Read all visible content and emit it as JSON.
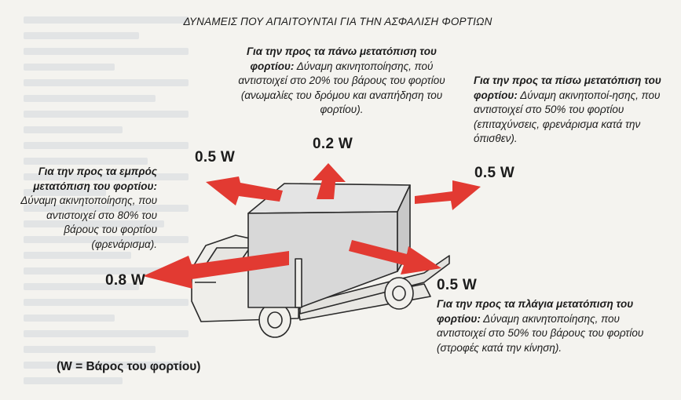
{
  "title": "ΔΥΝΑΜΕΙΣ ΠΟΥ ΑΠΑΙΤΟΥΝΤΑΙ ΓΙΑ ΤΗΝ ΑΣΦΑΛΙΣΗ ΦΟΡΤΙΩΝ",
  "colors": {
    "arrow": "#e23a32",
    "line": "#2a2a2a",
    "cargo": "#d8d8d8",
    "background": "#f4f3ef"
  },
  "up": {
    "heading": "Για την προς τα πάνω μετατόπιση του φορτίου:",
    "text": "Δύναμη ακινητοποίησης, πού αντιστοιχεί στο 20% του βάρους του φορτίου (ανωμαλίες του δρόμου και αναπήδηση του φορτίου).",
    "force": "0.2 W",
    "percent": 20
  },
  "back": {
    "heading": "Για την προς τα πίσω μετατόπιση του φορτίου:",
    "text": "Δύναμη ακινητοποί-ησης, που αντιστοιχεί στο 50% του φορτίου (επιταχύνσεις, φρενάρισμα κατά την όπισθεν).",
    "force": "0.5 W",
    "percent": 50
  },
  "front": {
    "heading": "Για την προς τα εμπρός μετατόπιση του φορτίου:",
    "text": "Δύναμη ακινητοποίησης, που αντιστοιχεί στο 80% του βάρους του φορτίου (φρενάρισμα).",
    "force": "0.8 W",
    "percent": 80
  },
  "side": {
    "heading": "Για την προς τα πλάγια μετατόπιση του φορτίου:",
    "text": "Δύναμη ακινητοποίησης, που αντιστοιχεί στο 50% του βάρους του φορτίου (στροφές κατά την κίνηση).",
    "force": "0.5 W",
    "percent": 50
  },
  "front_up_force": "0.5 W",
  "legend": "(W = Βάρος του φορτίου)"
}
